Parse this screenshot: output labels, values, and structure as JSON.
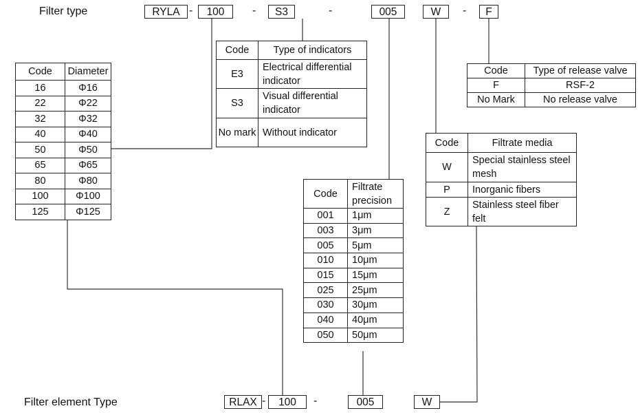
{
  "filter_type": {
    "label": "Filter type",
    "segments": [
      "RYLA",
      "100",
      "S3",
      "005",
      "W",
      "F"
    ],
    "separator": "-"
  },
  "filter_element_type": {
    "label": "Filter element Type",
    "segments": [
      "RLAX",
      "100",
      "005",
      "W"
    ],
    "separator": "-"
  },
  "diameter_table": {
    "headers": [
      "Code",
      "Diameter"
    ],
    "rows": [
      [
        "16",
        "Φ16"
      ],
      [
        "22",
        "Φ22"
      ],
      [
        "32",
        "Φ32"
      ],
      [
        "40",
        "Φ40"
      ],
      [
        "50",
        "Φ50"
      ],
      [
        "65",
        "Φ65"
      ],
      [
        "80",
        "Φ80"
      ],
      [
        "100",
        "Φ100"
      ],
      [
        "125",
        "Φ125"
      ]
    ]
  },
  "indicator_table": {
    "headers": [
      "Code",
      "Type of indicators"
    ],
    "rows": [
      [
        "E3",
        "Electrical differential indicator"
      ],
      [
        "S3",
        "Visual differential indicator"
      ],
      [
        "No mark",
        "Without indicator"
      ]
    ]
  },
  "precision_table": {
    "headers": [
      "Code",
      "Filtrate precision"
    ],
    "rows": [
      [
        "001",
        "1μm"
      ],
      [
        "003",
        "3μm"
      ],
      [
        "005",
        "5μm"
      ],
      [
        "010",
        "10μm"
      ],
      [
        "015",
        "15μm"
      ],
      [
        "025",
        "25μm"
      ],
      [
        "030",
        "30μm"
      ],
      [
        "040",
        "40μm"
      ],
      [
        "050",
        "50μm"
      ]
    ]
  },
  "media_table": {
    "headers": [
      "Code",
      "Filtrate media"
    ],
    "rows": [
      [
        "W",
        "Special stainless steel mesh"
      ],
      [
        "P",
        "Inorganic fibers"
      ],
      [
        "Z",
        "Stainless steel fiber felt"
      ]
    ]
  },
  "release_valve_table": {
    "headers": [
      "Code",
      "Type of release valve"
    ],
    "rows": [
      [
        "F",
        "RSF-2"
      ],
      [
        "No Mark",
        "No release valve"
      ]
    ]
  }
}
